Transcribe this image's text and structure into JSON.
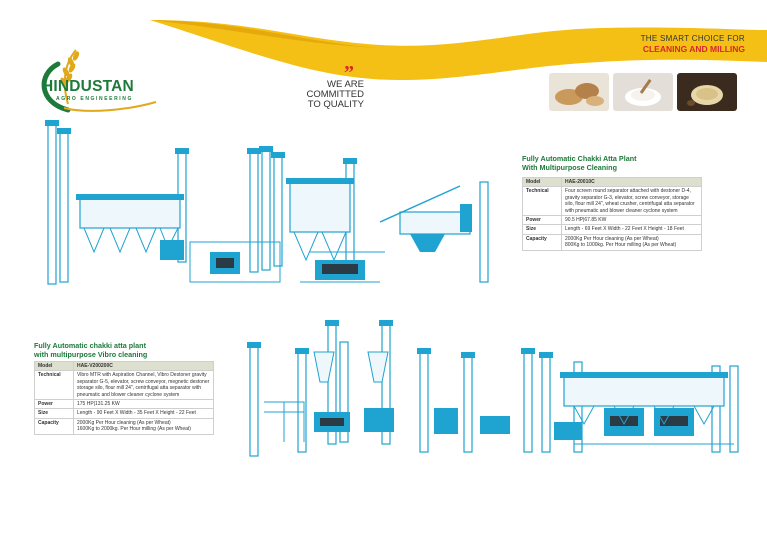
{
  "header": {
    "tagline_line1": "THE SMART CHOICE FOR",
    "tagline_line2": "CLEANING AND MILLING"
  },
  "brand": {
    "name": "HINDUSTAN",
    "subtitle": "AGRO ENGINEERING"
  },
  "commitment": {
    "line1": "WE ARE",
    "line2": "COMMITTED",
    "line3": "TO QUALITY"
  },
  "product_right": {
    "title_line1": "Fully Automatic Chakki Atta Plant",
    "title_line2": "With Multipurpose Cleaning",
    "model_label": "Model",
    "model_value": "HAE-20010C",
    "technical_label": "Technical",
    "technical_value": "Four screen round separator attached with destoner D-4, gravity separator G-3, elevator, screw conveyor, storage silo, flour mill 24\", wheat crusher, centrifugal atta separator with pneumatic and blower cleaner cyclone system",
    "power_label": "Power",
    "power_value": "90.5 HP|67.85 KW",
    "size_label": "Size",
    "size_value": "Length - 69 Feet X Width - 22 Feet X Height - 18 Feet",
    "capacity_label": "Capacity",
    "capacity_line1": "2000Kg Per Hour cleaning (As per Wheat)",
    "capacity_line2": "800Kg to 1000kg. Per Hour milling (As per Wheat)"
  },
  "product_left": {
    "title_line1": "Fully Automatic chakki atta plant",
    "title_line2": "with multipurpose Vibro cleaning",
    "model_label": "Model",
    "model_value": "HAE-V200200C",
    "technical_label": "Technical",
    "technical_value": "Vibro MTR with Aspiration Channel, Vibro Destoner gravity separator G-5, elevator, screw conveyor, megnetic destoner storage silo, flour mill 24\", centrifugal atta separator with pneumatic and blower cleaner cyclone system",
    "power_label": "Power",
    "power_value": "175 HP|131.25 KW",
    "size_label": "Size",
    "size_value": "Length - 90 Feet X Width - 35 Feet X Height - 22 Feet",
    "capacity_label": "Capacity",
    "capacity_line1": "2000Kg Per Hour cleaning (As per Wheat)",
    "capacity_line2": "1600Kg to 2000kg. Per Hour milling (As per Wheat)"
  },
  "colors": {
    "accent_yellow": "#f5c015",
    "brand_green": "#1d7a3a",
    "accent_red": "#d7262d",
    "machine_blue": "#1fa3d1"
  }
}
